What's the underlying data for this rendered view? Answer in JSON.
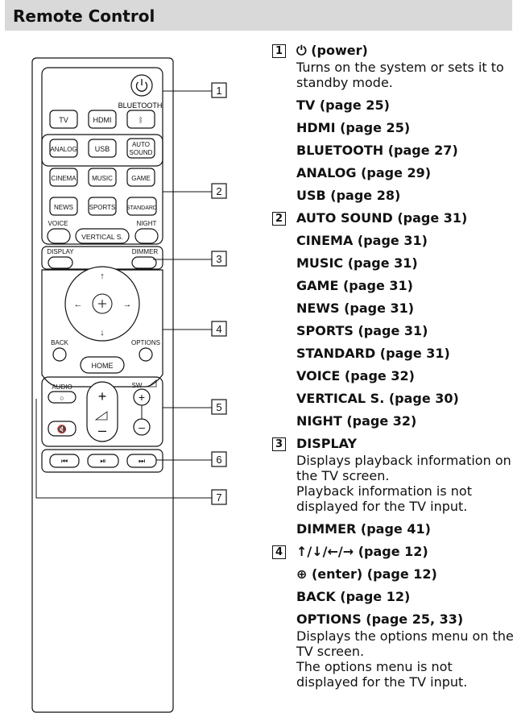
{
  "header": {
    "title": "Remote Control"
  },
  "remote": {
    "callouts": [
      "1",
      "2",
      "3",
      "4",
      "5",
      "6",
      "7"
    ],
    "buttons": {
      "tv": "TV",
      "hdmi": "HDMI",
      "bluetooth": "BLUETOOTH",
      "analog": "ANALOG",
      "usb": "USB",
      "auto": "AUTO",
      "sound": "SOUND",
      "cinema": "CINEMA",
      "music": "MUSIC",
      "game": "GAME",
      "news": "NEWS",
      "sports": "SPORTS",
      "standard": "STANDARD",
      "voice": "VOICE",
      "night": "NIGHT",
      "vertical": "VERTICAL S.",
      "display": "DISPLAY",
      "dimmer": "DIMMER",
      "back": "BACK",
      "options": "OPTIONS",
      "home": "HOME",
      "audio": "AUDIO",
      "sw": "SW"
    }
  },
  "entries": {
    "e1": {
      "num": "1",
      "title": "⏻ (power)",
      "desc": "Turns on the system or sets it to standby mode.",
      "subs": [
        "TV (page 25)",
        "HDMI (page 25)",
        "BLUETOOTH (page 27)",
        "ANALOG (page 29)",
        "USB (page 28)"
      ]
    },
    "e2": {
      "num": "2",
      "title": "AUTO SOUND (page 31)",
      "subs": [
        "CINEMA (page 31)",
        "MUSIC (page 31)",
        "GAME (page 31)",
        "NEWS (page 31)",
        "SPORTS (page 31)",
        "STANDARD (page 31)",
        "VOICE (page 32)",
        "VERTICAL S. (page 30)",
        "NIGHT (page 32)"
      ]
    },
    "e3": {
      "num": "3",
      "title": "DISPLAY",
      "desc1": "Displays playback information on the TV screen.",
      "desc2": "Playback information is not displayed for the TV input.",
      "sub": "DIMMER (page 41)"
    },
    "e4": {
      "num": "4",
      "title": "↑/↓/←/→ (page 12)",
      "subs": [
        "⊕ (enter) (page 12)",
        "BACK (page 12)",
        "OPTIONS (page 25, 33)"
      ],
      "desc1": "Displays the options menu on the TV screen.",
      "desc2": "The options menu is not displayed for the TV input."
    }
  }
}
